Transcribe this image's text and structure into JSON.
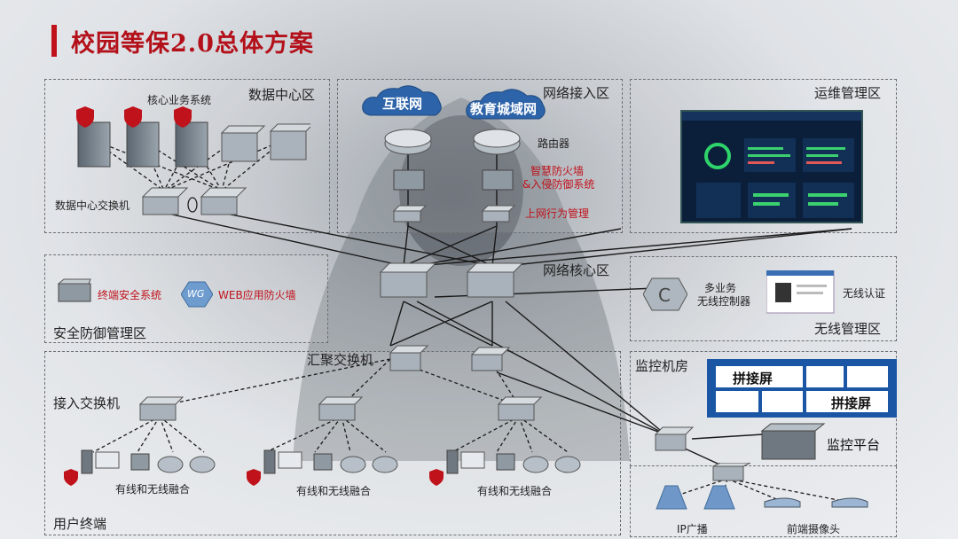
{
  "title": "校园等保2.0总体方案",
  "zones": {
    "datacenter": {
      "label": "数据中心区",
      "core_system_label": "核心业务系统",
      "switch_label": "数据中心交换机"
    },
    "network_access": {
      "label": "网络接入区",
      "internet": "互联网",
      "edu_metro": "教育城域网",
      "router_label": "路由器",
      "firewall_label_1": "智慧防火墙",
      "firewall_label_2": "&入侵防御系统",
      "behavior_label": "上网行为管理"
    },
    "ops": {
      "label": "运维管理区"
    },
    "security": {
      "label": "安全防御管理区",
      "endpoint_label": "终端安全系统",
      "waf_icon_text": "WG",
      "waf_label": "WEB应用防火墙"
    },
    "core": {
      "label": "网络核心区"
    },
    "wireless": {
      "label": "无线管理区",
      "controller_label_1": "多业务",
      "controller_label_2": "无线控制器",
      "auth_label": "无线认证"
    },
    "user": {
      "label": "用户终端",
      "aggregation_label": "汇聚交换机",
      "access_label": "接入交换机",
      "converge_labels": [
        "有线和无线融合",
        "有线和无线融合",
        "有线和无线融合"
      ]
    },
    "monitor": {
      "label": "监控机房",
      "splice_screen_1": "拼接屏",
      "splice_screen_2": "拼接屏",
      "platform_label": "监控平台",
      "broadcast_label": "IP广播",
      "camera_label": "前端摄像头"
    }
  },
  "colors": {
    "accent": "#c0121b",
    "zone_border": "#6b6f74",
    "screen_wall": "#1b56a5"
  }
}
